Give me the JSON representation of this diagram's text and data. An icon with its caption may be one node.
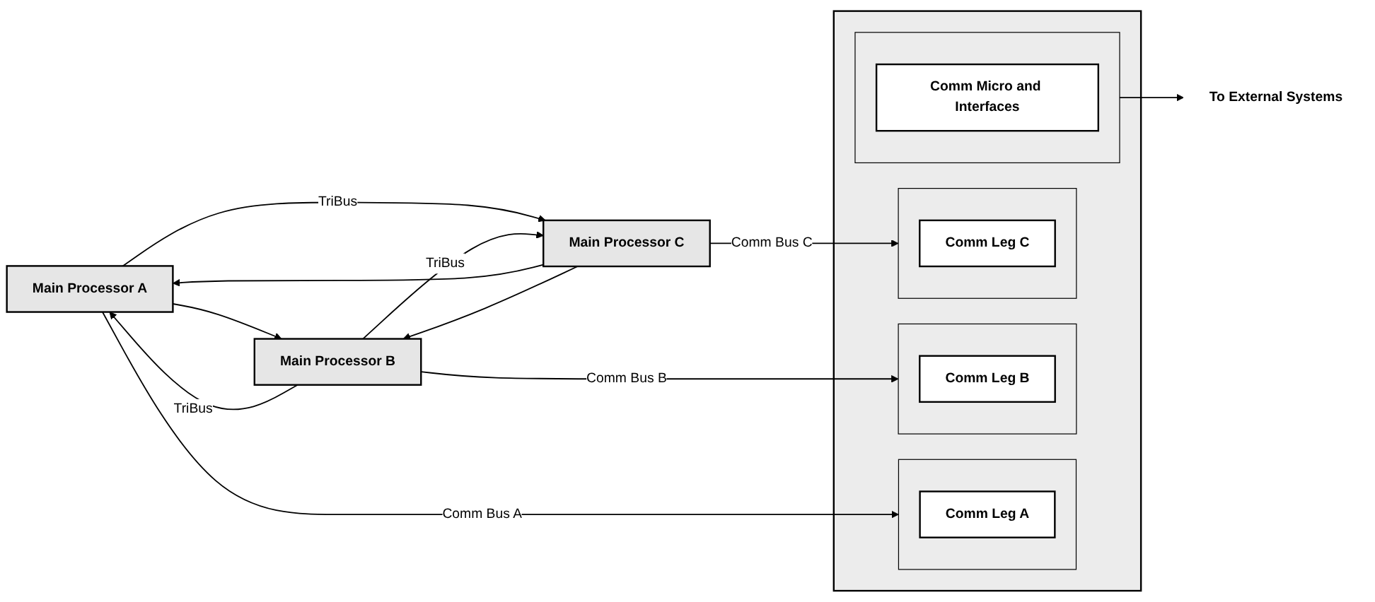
{
  "diagram": {
    "nodes": [
      {
        "text": [
          "Main Processor A"
        ]
      },
      {
        "text": [
          "Main Processor B"
        ]
      },
      {
        "text": [
          "Main Processor C"
        ]
      },
      {
        "text": [],
        "shape": "box"
      },
      {
        "text": [],
        "shape": "box",
        "in": 3
      },
      {
        "text": [
          "Comm Leg A"
        ],
        "in": 4
      },
      {
        "text": [],
        "shape": "box",
        "in": 3
      },
      {
        "text": [
          "Comm Leg B"
        ],
        "in": 6
      },
      {
        "text": [],
        "shape": "box",
        "in": 3
      },
      {
        "text": [
          "Comm Leg C"
        ],
        "in": 8
      },
      {
        "text": [],
        "shape": "box",
        "in": 3
      },
      {
        "text": [
          "Comm Micro and Interfaces"
        ],
        "in": 10
      },
      {
        "text": [
          "To External Systems"
        ]
      }
    ],
    "edges": [
      {
        "from": 1,
        "to": 0,
        "arrow": "to",
        "label": "TriBus"
      },
      {
        "from": 0,
        "to": 1,
        "arrow": "to"
      },
      {
        "from": 0,
        "to": 2,
        "arrow": "to",
        "label": "TriBus"
      },
      {
        "from": 2,
        "to": 0,
        "arrow": "to"
      },
      {
        "from": 1,
        "to": 2,
        "arrow": "to",
        "label": "TriBus"
      },
      {
        "from": 2,
        "to": 1,
        "arrow": "to"
      },
      {
        "from": 0,
        "to": 4,
        "arrow": "to",
        "label": "Comm Bus A"
      },
      {
        "from": 1,
        "to": 6,
        "arrow": "to",
        "label": "Comm Bus B"
      },
      {
        "from": 2,
        "to": 8,
        "arrow": "to",
        "label": "Comm Bus C"
      },
      {
        "from": 10,
        "to": 12,
        "arrow": "to"
      }
    ]
  }
}
